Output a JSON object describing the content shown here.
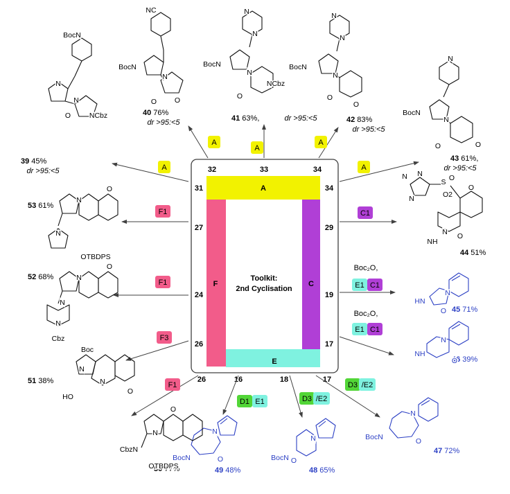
{
  "toolkit": {
    "title_line1": "Toolkit:",
    "title_line2": "2nd Cyclisation",
    "bars": {
      "top": "A",
      "left": "F",
      "right": "C",
      "bottom": "E"
    },
    "corner_numbers": {
      "top_left": "32",
      "top_mid": "33",
      "top_right": "34",
      "row1_left": "31",
      "row1_right": "34",
      "row2_left": "27",
      "row2_right": "29",
      "row3_left": "24",
      "row3_right": "19",
      "row4_left": "26",
      "row4_right": "17",
      "bottom_left": "26",
      "bottom_mid1": "16",
      "bottom_mid2": "18",
      "bottom_right": "17"
    }
  },
  "colors": {
    "A": "#f2f200",
    "F": "#f25c8a",
    "C": "#b03fd6",
    "E": "#7ff2e0",
    "D": "#52d637",
    "blue_product": "#2b3fc4",
    "frame": "#404040"
  },
  "reagents": {
    "boc2o": "Boc₂O,"
  },
  "compounds": [
    {
      "id": "39",
      "number": "39",
      "yield": "45%",
      "dr": "dr >95:<5",
      "atoms": [
        "BocN",
        "N",
        "N",
        "NCbz",
        "O"
      ],
      "color": "black"
    },
    {
      "id": "40",
      "number": "40",
      "yield": "76%",
      "dr": "dr >95:<5",
      "atoms": [
        "NC",
        "BocN",
        "N",
        "O",
        "O"
      ],
      "color": "black"
    },
    {
      "id": "41",
      "number": "41",
      "yield": "63%,",
      "dr": "dr >95:<5",
      "atoms": [
        "N",
        "N",
        "BocN",
        "N",
        "O",
        "NCbz"
      ],
      "color": "black"
    },
    {
      "id": "42",
      "number": "42",
      "yield": "83%",
      "dr": "dr >95:<5",
      "atoms": [
        "N",
        "N",
        "BocN",
        "N",
        "O",
        "O"
      ],
      "color": "black"
    },
    {
      "id": "43",
      "number": "43",
      "yield": "61%,",
      "dr": "dr >95:<5",
      "atoms": [
        "N",
        "BocN",
        "N",
        "O",
        "O"
      ],
      "color": "black"
    },
    {
      "id": "44",
      "number": "44",
      "yield": "51%",
      "atoms": [
        "N",
        "N",
        "N",
        "S",
        "O",
        "O2",
        "O",
        "N",
        "NH",
        "O"
      ],
      "color": "black"
    },
    {
      "id": "45",
      "number": "45",
      "yield": "71%",
      "atoms": [
        "HN",
        "N",
        "O"
      ],
      "color": "blue"
    },
    {
      "id": "46",
      "number": "46",
      "yield": "39%",
      "atoms": [
        "N",
        "NH",
        "O"
      ],
      "color": "blue"
    },
    {
      "id": "47",
      "number": "47",
      "yield": "72%",
      "atoms": [
        "N",
        "BocN",
        "O"
      ],
      "color": "blue"
    },
    {
      "id": "48",
      "number": "48",
      "yield": "65%",
      "atoms": [
        "N",
        "BocN",
        "O"
      ],
      "color": "blue"
    },
    {
      "id": "49",
      "number": "49",
      "yield": "48%",
      "atoms": [
        "N",
        "BocN",
        "O"
      ],
      "color": "blue"
    },
    {
      "id": "50",
      "number": "50",
      "yield": "77%",
      "atoms": [
        "O",
        "N",
        "CbzN",
        "OTBDPS"
      ],
      "color": "black"
    },
    {
      "id": "51",
      "number": "51",
      "yield": "38%",
      "atoms": [
        "Boc",
        "N",
        "HO",
        "N",
        "O"
      ],
      "color": "black"
    },
    {
      "id": "52",
      "number": "52",
      "yield": "68%",
      "atoms": [
        "O",
        "N",
        "N",
        "N",
        "Cbz"
      ],
      "color": "black"
    },
    {
      "id": "53",
      "number": "53",
      "yield": "61%",
      "atoms": [
        "O",
        "N",
        "N",
        "OTBDPS"
      ],
      "color": "black"
    }
  ],
  "arrow_tags": [
    {
      "id": "t39",
      "label": "A",
      "color": "A"
    },
    {
      "id": "t40",
      "label": "A",
      "color": "A"
    },
    {
      "id": "t41",
      "label": "A",
      "color": "A"
    },
    {
      "id": "t42",
      "label": "A",
      "color": "A"
    },
    {
      "id": "t43",
      "label": "A",
      "color": "A"
    },
    {
      "id": "t44",
      "label": "C1",
      "color": "C"
    },
    {
      "id": "t45a",
      "label": "E1",
      "color": "E"
    },
    {
      "id": "t45b",
      "label": "C1",
      "color": "C"
    },
    {
      "id": "t46a",
      "label": "E1",
      "color": "E"
    },
    {
      "id": "t46b",
      "label": "C1",
      "color": "C"
    },
    {
      "id": "t47a",
      "label": "D3",
      "color": "D"
    },
    {
      "id": "t47b",
      "label": "/E2",
      "color": "E"
    },
    {
      "id": "t48a",
      "label": "D3",
      "color": "D"
    },
    {
      "id": "t48b",
      "label": "/E2",
      "color": "E"
    },
    {
      "id": "t49a",
      "label": "D1",
      "color": "D"
    },
    {
      "id": "t49b",
      "label": "E1",
      "color": "E"
    },
    {
      "id": "t50",
      "label": "F1",
      "color": "F"
    },
    {
      "id": "t51",
      "label": "F3",
      "color": "F"
    },
    {
      "id": "t52",
      "label": "F1",
      "color": "F"
    },
    {
      "id": "t53",
      "label": "F1",
      "color": "F"
    }
  ]
}
